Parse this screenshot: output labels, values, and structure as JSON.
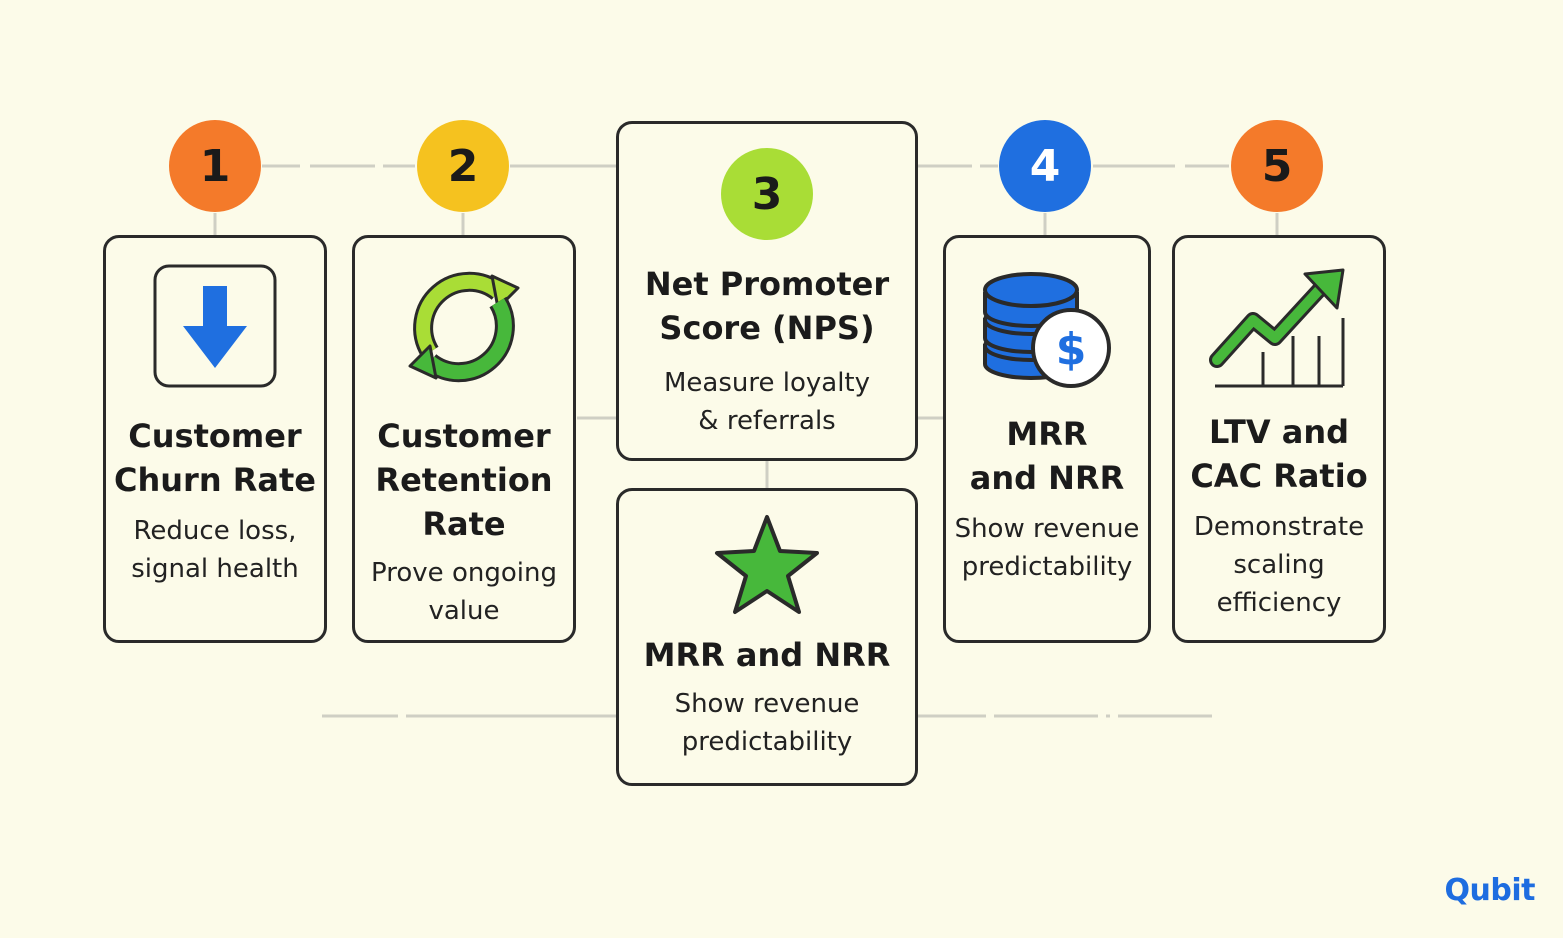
{
  "colors": {
    "background": "#fcfbe9",
    "badge_1": "#f47a2a",
    "badge_2": "#f5c21f",
    "badge_3": "#a9dd36",
    "badge_4": "#1f6fe0",
    "badge_5": "#f47a2a",
    "icon_green": "#47b83b",
    "icon_blue": "#1f6fe0",
    "brand": "#1e6de0"
  },
  "steps": [
    {
      "number": "1",
      "title": "Customer\nChurn Rate",
      "description": "Reduce loss,\nsignal health",
      "icon": "down-arrow-icon"
    },
    {
      "number": "2",
      "title": "Customer\nRetention\nRate",
      "description": "Prove ongoing\nvalue",
      "icon": "refresh-cycle-icon"
    },
    {
      "number": "3",
      "title": "Net Promoter\nScore (NPS)",
      "description": "Measure loyalty\n& referrals",
      "icon": ""
    },
    {
      "number": "4",
      "title": "MRR\nand NRR",
      "description": "Show revenue\npredictability",
      "icon": "database-dollar-icon"
    },
    {
      "number": "5",
      "title": "LTV and\nCAC Ratio",
      "description": "Demonstrate\nscaling\nefficiency",
      "icon": "growth-chart-icon"
    }
  ],
  "extra_card": {
    "title": "MRR and NRR",
    "description": "Show revenue\npredictability",
    "icon": "star-icon"
  },
  "brand": {
    "logo_text": "Qubit"
  }
}
